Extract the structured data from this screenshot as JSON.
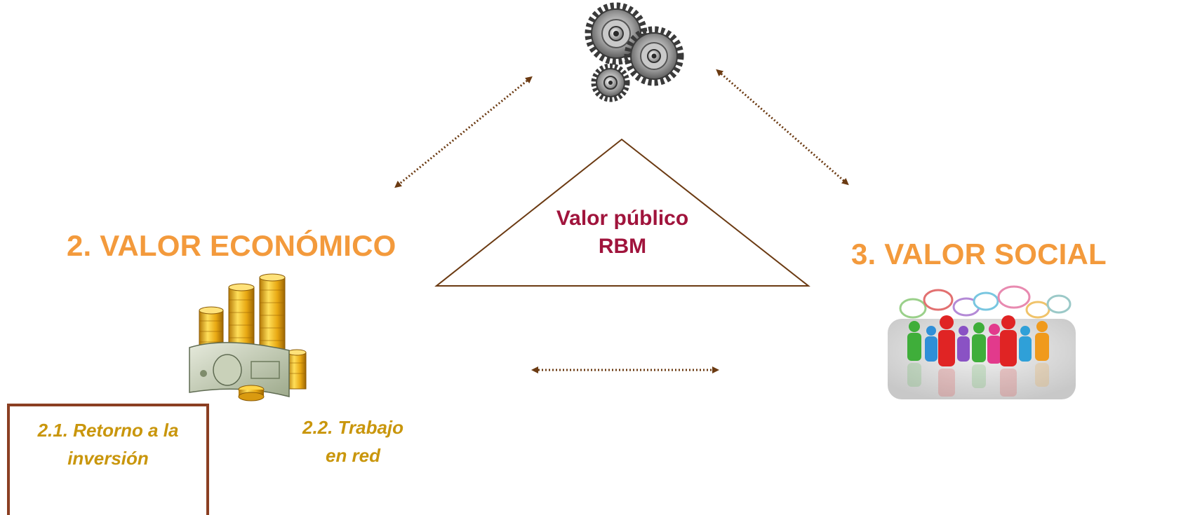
{
  "nodes": {
    "economic": {
      "title": "2. VALOR ECONÓMICO"
    },
    "social": {
      "title": "3. VALOR SOCIAL"
    },
    "center": {
      "line1": "Valor público",
      "line2": "RBM"
    },
    "sub_items": [
      {
        "label": "2.1. Retorno a la inversión",
        "boxed": true
      },
      {
        "label": "2.2. Trabajo en red",
        "boxed": false
      }
    ]
  },
  "icons": {
    "top": "gears-icon",
    "economic": "money-coins-icon",
    "social": "people-speech-bubbles-icon"
  },
  "colors": {
    "heading": "#f39a3c",
    "center_text": "#a0143c",
    "sub_text": "#c9960c",
    "arrow": "#6b3a12",
    "triangle": "#6b3a12",
    "box_border": "#8b3f22"
  }
}
